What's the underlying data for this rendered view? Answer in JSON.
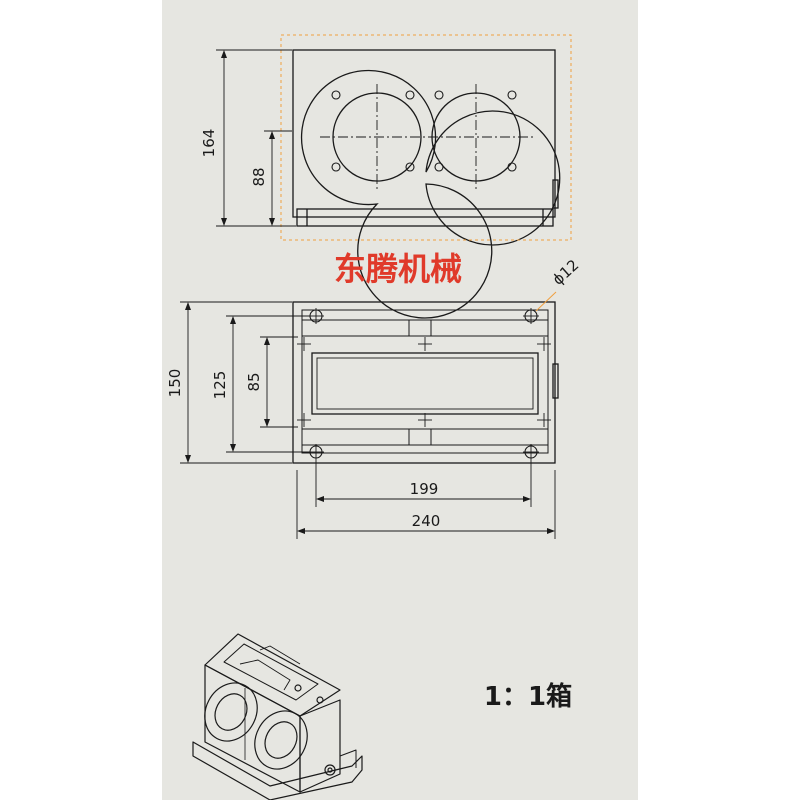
{
  "drawing": {
    "watermark": "东腾机械",
    "scale_label": "1：1箱",
    "front_view": {
      "height_overall": "164",
      "height_center": "88"
    },
    "top_view": {
      "depth_overall": "150",
      "depth_bolts": "125",
      "depth_window": "85",
      "width_bolts": "199",
      "width_overall": "240",
      "hole_diameter": "ϕ12"
    }
  },
  "colors": {
    "paper": "#e6e6e1",
    "line": "#1a1a1a",
    "watermark": "#e03a2a",
    "highlight": "#f0a040"
  }
}
